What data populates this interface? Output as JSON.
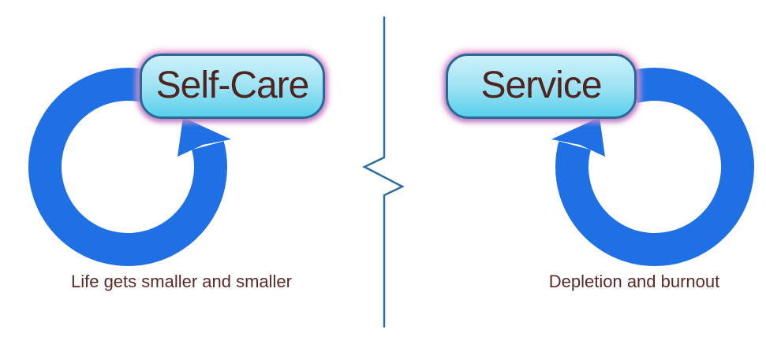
{
  "colors": {
    "background": "#FFFFFF",
    "loop_blue": "#1F6FE5",
    "divider_blue": "#2E6D9D",
    "node_border": "#2A6896",
    "node_fill_top": "#CDF1FB",
    "node_fill_mid": "#9FE3F3",
    "node_fill_bottom": "#58D0EC",
    "node_glow_pink": "#F0A8DC",
    "node_text": "#4E2421",
    "caption_text": "#5A2A28"
  },
  "left_panel": {
    "node_label": "Self-Care",
    "caption": "Life gets smaller and smaller"
  },
  "right_panel": {
    "node_label": "Service",
    "caption": "Depletion and burnout"
  }
}
